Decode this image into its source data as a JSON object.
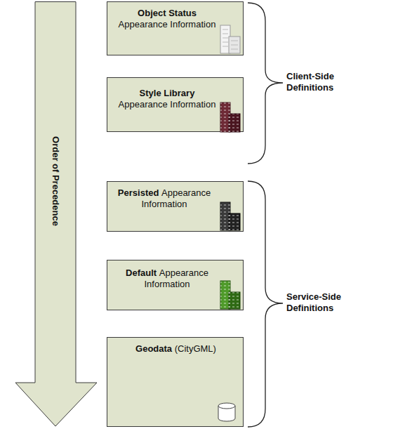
{
  "diagram": {
    "nodes": [
      {
        "text": [
          "Order of Precedence"
        ]
      },
      {
        "text": [
          "Object Status",
          "Appearance Information"
        ]
      },
      {
        "text": [
          "Style Library",
          "Appearance Information"
        ]
      },
      {
        "text": [
          "Persisted",
          "Appearance Information"
        ]
      },
      {
        "text": [
          "Default",
          "Appearance Information"
        ]
      },
      {
        "text": [
          "Geodata",
          "(CityGML)"
        ]
      }
    ],
    "edges": [],
    "labels": [
      "Client-Side Definitions",
      "Service-Side Definitions"
    ]
  }
}
